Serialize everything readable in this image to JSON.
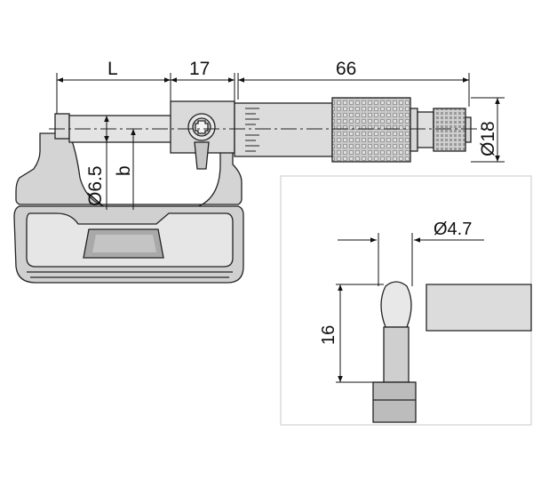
{
  "drawing": {
    "main_view": {
      "dim_L": "L",
      "dim_17": "17",
      "dim_66": "66",
      "dim_d18": "Ø18",
      "dim_d65": "Ø6.5",
      "dim_b": "b"
    },
    "detail_view": {
      "dim_d47": "Ø4.7",
      "dim_16": "16"
    },
    "colors": {
      "body_fill": "#d6d6d6",
      "light_fill": "#e8e8e8",
      "dark_fill": "#b3b3b3",
      "line": "#222222",
      "panel_border": "#c8c8c8"
    }
  }
}
